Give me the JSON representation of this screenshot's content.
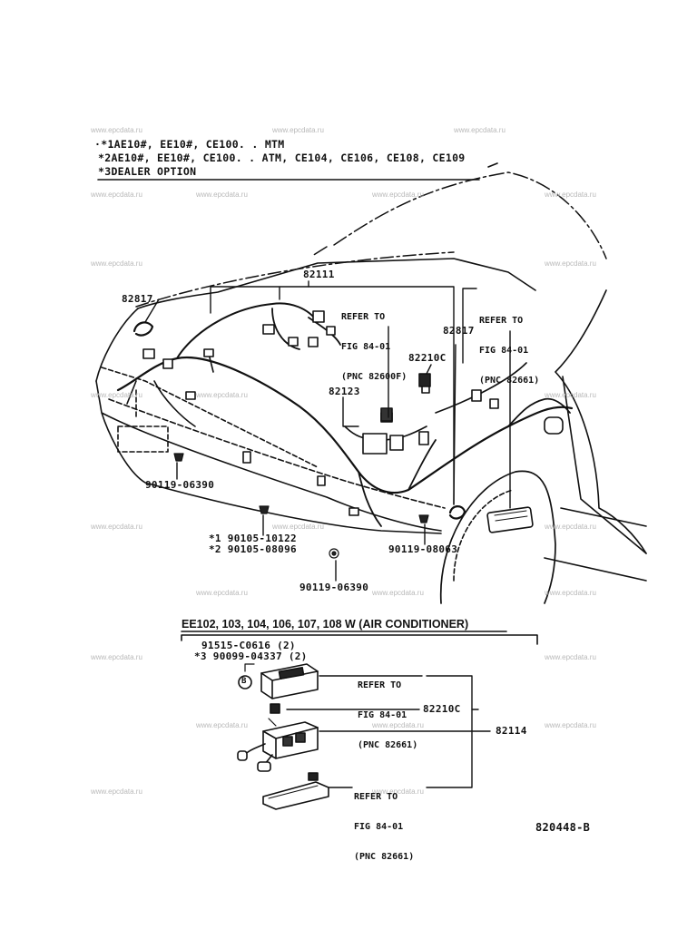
{
  "header_notes": [
    "·*1AE10#, EE10#, CE100. . MTM",
    "*2AE10#, EE10#, CE100. . ATM, CE104, CE106, CE108, CE109",
    "*3DEALER OPTION"
  ],
  "watermark": "www.epcdata.ru",
  "upper_view": {
    "labels": {
      "p82111": "82111",
      "p82817_left": "82817",
      "p82817_right": "82817",
      "p82210c": "82210C",
      "p82123": "82123",
      "bolt_06390_left": "90119-06390",
      "bolt_10122": "*1 90105-10122",
      "bolt_08096": "*2 90105-08096",
      "bolt_08063": "90119-08063",
      "bolt_06390_bottom": "90119-06390"
    },
    "refer_left": [
      "REFER TO",
      "FIG 84-01",
      "(PNC 82600F)"
    ],
    "refer_right": [
      "REFER TO",
      "FIG 84-01",
      "(PNC 82661)"
    ]
  },
  "lower_view": {
    "title": "EE102, 103, 104, 106, 107, 108 W (AIR CONDITIONER)",
    "labels": {
      "p91515": "91515-C0616 (2)",
      "p90099": "*3  90099-04337 (2)",
      "p82210c": "82210C",
      "p82114": "82114",
      "marker": "B"
    },
    "refer_top": [
      "REFER TO",
      "FIG 84-01",
      "(PNC 82661)"
    ],
    "refer_bottom": [
      "REFER TO",
      "FIG 84-01",
      "(PNC 82661)"
    ]
  },
  "figure_id": "820448-B"
}
